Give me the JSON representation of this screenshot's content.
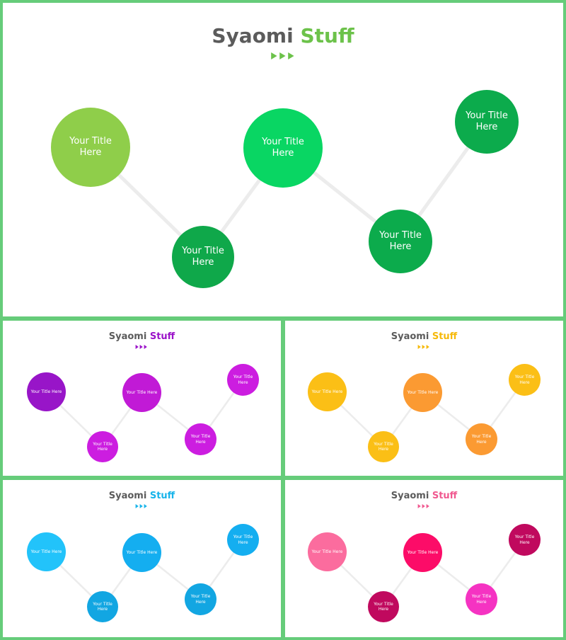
{
  "slides": [
    {
      "title_word1": "Syaomi",
      "title_word2": "Stuff",
      "accent": "#6cc24a",
      "nodes": [
        {
          "label": "Your Title Here",
          "color": "#8fce4a"
        },
        {
          "label": "Your Title Here",
          "color": "#0fa84a"
        },
        {
          "label": "Your Title Here",
          "color": "#09d663"
        },
        {
          "label": "Your Title Here",
          "color": "#0cab4c"
        },
        {
          "label": "Your Title Here",
          "color": "#0cab4c"
        }
      ]
    },
    {
      "title_word1": "Syaomi",
      "title_word2": "Stuff",
      "accent": "#9b13c9",
      "nodes": [
        {
          "label": "Your Title Here",
          "color": "#9815c8"
        },
        {
          "label": "Your Title Here",
          "color": "#cc1de0"
        },
        {
          "label": "Your Title Here",
          "color": "#c11ad6"
        },
        {
          "label": "Your Title Here",
          "color": "#cc1de0"
        },
        {
          "label": "Your Title Here",
          "color": "#cc1de0"
        }
      ]
    },
    {
      "title_word1": "Syaomi",
      "title_word2": "Stuff",
      "accent": "#f6b90a",
      "nodes": [
        {
          "label": "Your Title Here",
          "color": "#fbbf16"
        },
        {
          "label": "Your Title Here",
          "color": "#fbbf16"
        },
        {
          "label": "Your Title Here",
          "color": "#fb9a32"
        },
        {
          "label": "Your Title Here",
          "color": "#fb9a32"
        },
        {
          "label": "Your Title Here",
          "color": "#fbbf16"
        }
      ]
    },
    {
      "title_word1": "Syaomi",
      "title_word2": "Stuff",
      "accent": "#18b4ea",
      "nodes": [
        {
          "label": "Your Title Here",
          "color": "#22c3fa"
        },
        {
          "label": "Your Title Here",
          "color": "#12a6e2"
        },
        {
          "label": "Your Title Here",
          "color": "#14aef0"
        },
        {
          "label": "Your Title Here",
          "color": "#12a6e2"
        },
        {
          "label": "Your Title Here",
          "color": "#14aef0"
        }
      ]
    },
    {
      "title_word1": "Syaomi",
      "title_word2": "Stuff",
      "accent": "#f0588f",
      "nodes": [
        {
          "label": "Your Title Here",
          "color": "#fb6c9e"
        },
        {
          "label": "Your Title Here",
          "color": "#c0095e"
        },
        {
          "label": "Your Title Here",
          "color": "#fc0c68"
        },
        {
          "label": "Your Title Here",
          "color": "#f533c2"
        },
        {
          "label": "Your Title Here",
          "color": "#c0095e"
        }
      ]
    }
  ]
}
